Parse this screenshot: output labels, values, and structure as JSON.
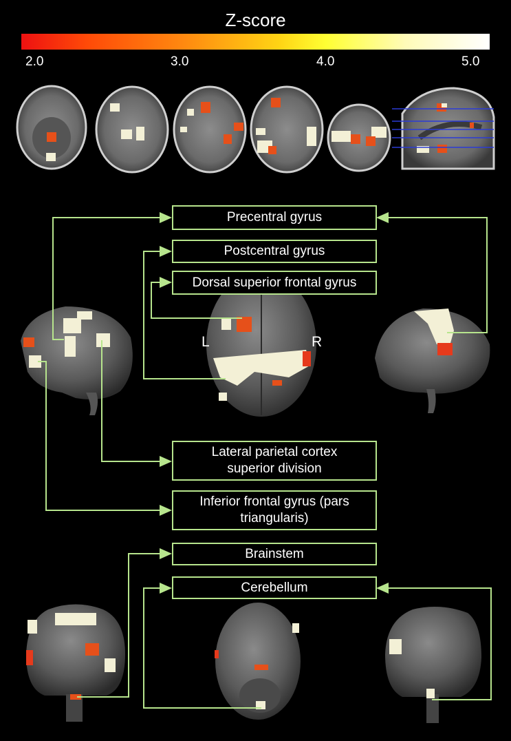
{
  "colorbar": {
    "title": "Z-score",
    "ticks": [
      "2.0",
      "3.0",
      "4.0",
      "5.0"
    ]
  },
  "labels": {
    "precentral": "Precentral gyrus",
    "postcentral": "Postcentral gyrus",
    "dorsal_superior_frontal": "Dorsal superior frontal gyrus",
    "lateral_parietal": "Lateral parietal cortex superior division",
    "inferior_frontal": "Inferior frontal gyrus (pars triangularis)",
    "brainstem": "Brainstem",
    "cerebellum": "Cerebellum"
  },
  "hemisphere": {
    "left": "L",
    "right": "R"
  },
  "colors": {
    "connector": "#b7e58d",
    "hot": "#e63a1c",
    "warm": "#ff6a10",
    "cream": "#f3f0d6",
    "slice_line": "#2b3bd6"
  }
}
